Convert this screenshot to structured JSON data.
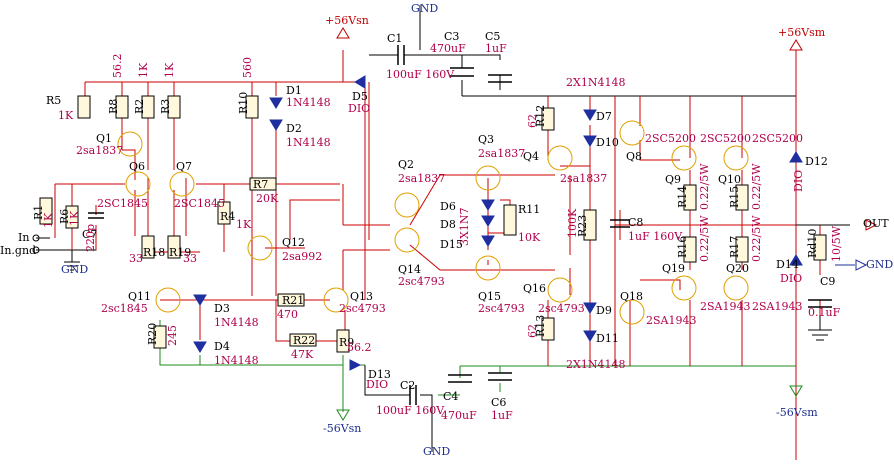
{
  "rails": {
    "pos_sn": "+56Vsn",
    "pos_sm": "+56Vsm",
    "neg_sn": "-56Vsn",
    "neg_sm": "-56Vsm",
    "gnd": "GND"
  },
  "io": {
    "in": "In",
    "in_gnd": "In.gnd",
    "out": "OUT"
  },
  "resistors": [
    {
      "ref": "R5",
      "val": "1K"
    },
    {
      "ref": "R8",
      "val": "56.2"
    },
    {
      "ref": "R2",
      "val": "1K"
    },
    {
      "ref": "R3",
      "val": "1K"
    },
    {
      "ref": "R10",
      "val": "560"
    },
    {
      "ref": "R7",
      "val": "20K"
    },
    {
      "ref": "R4",
      "val": "1K"
    },
    {
      "ref": "R1",
      "val": "1K"
    },
    {
      "ref": "R6",
      "val": "1K"
    },
    {
      "ref": "R18",
      "val": "33"
    },
    {
      "ref": "R19",
      "val": "33"
    },
    {
      "ref": "R20",
      "val": "245"
    },
    {
      "ref": "R21",
      "val": "470"
    },
    {
      "ref": "R22",
      "val": "47K"
    },
    {
      "ref": "R9",
      "val": "56.2"
    },
    {
      "ref": "R11",
      "val": "10K"
    },
    {
      "ref": "R12",
      "val": "62"
    },
    {
      "ref": "R13",
      "val": "62"
    },
    {
      "ref": "R23",
      "val": "100K"
    },
    {
      "ref": "R14",
      "val": "0.22/5W"
    },
    {
      "ref": "R15",
      "val": "0.22/5W"
    },
    {
      "ref": "R16",
      "val": "0.22/5W"
    },
    {
      "ref": "R17",
      "val": "0.22/5W"
    },
    {
      "ref": "Rd10",
      "val": "10/5W"
    }
  ],
  "capacitors": [
    {
      "ref": "C1",
      "val": "100uF 160V"
    },
    {
      "ref": "C2",
      "val": "100uF 160V"
    },
    {
      "ref": "C3",
      "val": "470uF"
    },
    {
      "ref": "C4",
      "val": "470uF"
    },
    {
      "ref": "C5",
      "val": "1uF"
    },
    {
      "ref": "C6",
      "val": "1uF"
    },
    {
      "ref": "C7",
      "val": "220p"
    },
    {
      "ref": "C8",
      "val": "1uF 160V"
    },
    {
      "ref": "C9",
      "val": "0.1uF"
    }
  ],
  "transistors": [
    {
      "ref": "Q1",
      "part": "2sa1837"
    },
    {
      "ref": "Q6",
      "part": "2SC1845"
    },
    {
      "ref": "Q7",
      "part": "2SC1845"
    },
    {
      "ref": "Q11",
      "part": "2sc1845"
    },
    {
      "ref": "Q12",
      "part": "2sa992"
    },
    {
      "ref": "Q13",
      "part": "2sc4793"
    },
    {
      "ref": "Q2",
      "part": "2sa1837"
    },
    {
      "ref": "Q14",
      "part": "2sc4793"
    },
    {
      "ref": "Q3",
      "part": "2sa1837"
    },
    {
      "ref": "Q4",
      "part": "2sa1837"
    },
    {
      "ref": "Q15",
      "part": "2sc4793"
    },
    {
      "ref": "Q16",
      "part": "2sc4793"
    },
    {
      "ref": "Q8",
      "part": "2SC5200"
    },
    {
      "ref": "Q9",
      "part": "2SC5200"
    },
    {
      "ref": "Q10",
      "part": "2SC5200"
    },
    {
      "ref": "Q18",
      "part": "2SA1943"
    },
    {
      "ref": "Q19",
      "part": "2SA1943"
    },
    {
      "ref": "Q20",
      "part": "2SA1943"
    }
  ],
  "diodes": [
    {
      "ref": "D1",
      "part": "1N4148"
    },
    {
      "ref": "D2",
      "part": "1N4148"
    },
    {
      "ref": "D3",
      "part": "1N4148"
    },
    {
      "ref": "D4",
      "part": "1N4148"
    },
    {
      "ref": "D5",
      "part": "DIO"
    },
    {
      "ref": "D13",
      "part": "DIO"
    },
    {
      "ref": "D12",
      "part": "DIO"
    },
    {
      "ref": "D14",
      "part": "DIO"
    },
    {
      "ref": "D6",
      "part": ""
    },
    {
      "ref": "D8",
      "part": "3X1N7"
    },
    {
      "ref": "D15",
      "part": ""
    },
    {
      "ref": "D7",
      "part": ""
    },
    {
      "ref": "D10",
      "part": ""
    },
    {
      "ref": "D9",
      "part": ""
    },
    {
      "ref": "D11",
      "part": ""
    }
  ],
  "notes": {
    "top_pair": "2X1N4148",
    "bottom_pair": "2X1N4148"
  }
}
